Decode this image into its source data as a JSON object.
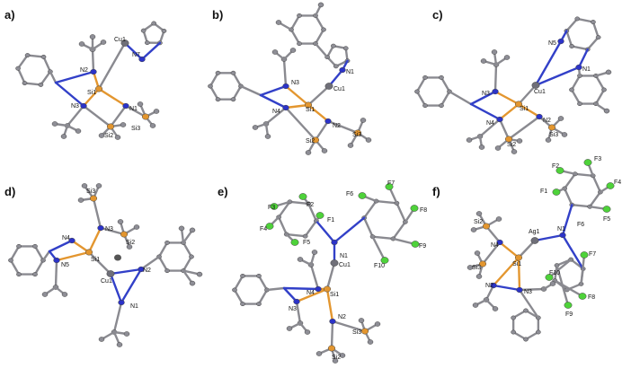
{
  "panels": [
    {
      "id": "a",
      "label": "a)",
      "atom_labels": [
        "Cu1",
        "N7",
        "N2",
        "Si1",
        "N3",
        "N1",
        "Si2",
        "Si3"
      ]
    },
    {
      "id": "b",
      "label": "b)",
      "atom_labels": [
        "N1",
        "N3",
        "Cu1",
        "N4",
        "Si1",
        "N2",
        "Si2",
        "Si3"
      ]
    },
    {
      "id": "c",
      "label": "c)",
      "atom_labels": [
        "N5",
        "N1",
        "N3",
        "Cu1",
        "N4",
        "Si1",
        "N2",
        "Si2",
        "Si3"
      ]
    },
    {
      "id": "d",
      "label": "d)",
      "atom_labels": [
        "Si3",
        "N3",
        "N4",
        "Si2",
        "N5",
        "Si1",
        "N2",
        "Cu1",
        "N1"
      ]
    },
    {
      "id": "e",
      "label": "e)",
      "atom_labels": [
        "F7",
        "F6",
        "F3",
        "F2",
        "F1",
        "F8",
        "F4",
        "F5",
        "N1",
        "F9",
        "Cu1",
        "F10",
        "N4",
        "Si1",
        "N3",
        "N2",
        "Si3",
        "Si2"
      ]
    },
    {
      "id": "f",
      "label": "f)",
      "atom_labels": [
        "F2",
        "F3",
        "F4",
        "F1",
        "F6",
        "F5",
        "Si2",
        "Ag1",
        "N1",
        "N4",
        "F7",
        "Si1",
        "Si3",
        "F10",
        "N2",
        "N3",
        "F8",
        "F9"
      ]
    }
  ],
  "colors": {
    "carbon": "#8e8e96",
    "nitrogen": "#2c33c8",
    "silicon": "#e3962f",
    "copper": "#6f6f78",
    "fluorine": "#4ed23a",
    "bond_grey": "#8a8a90",
    "bond_blue": "#3240c8"
  }
}
